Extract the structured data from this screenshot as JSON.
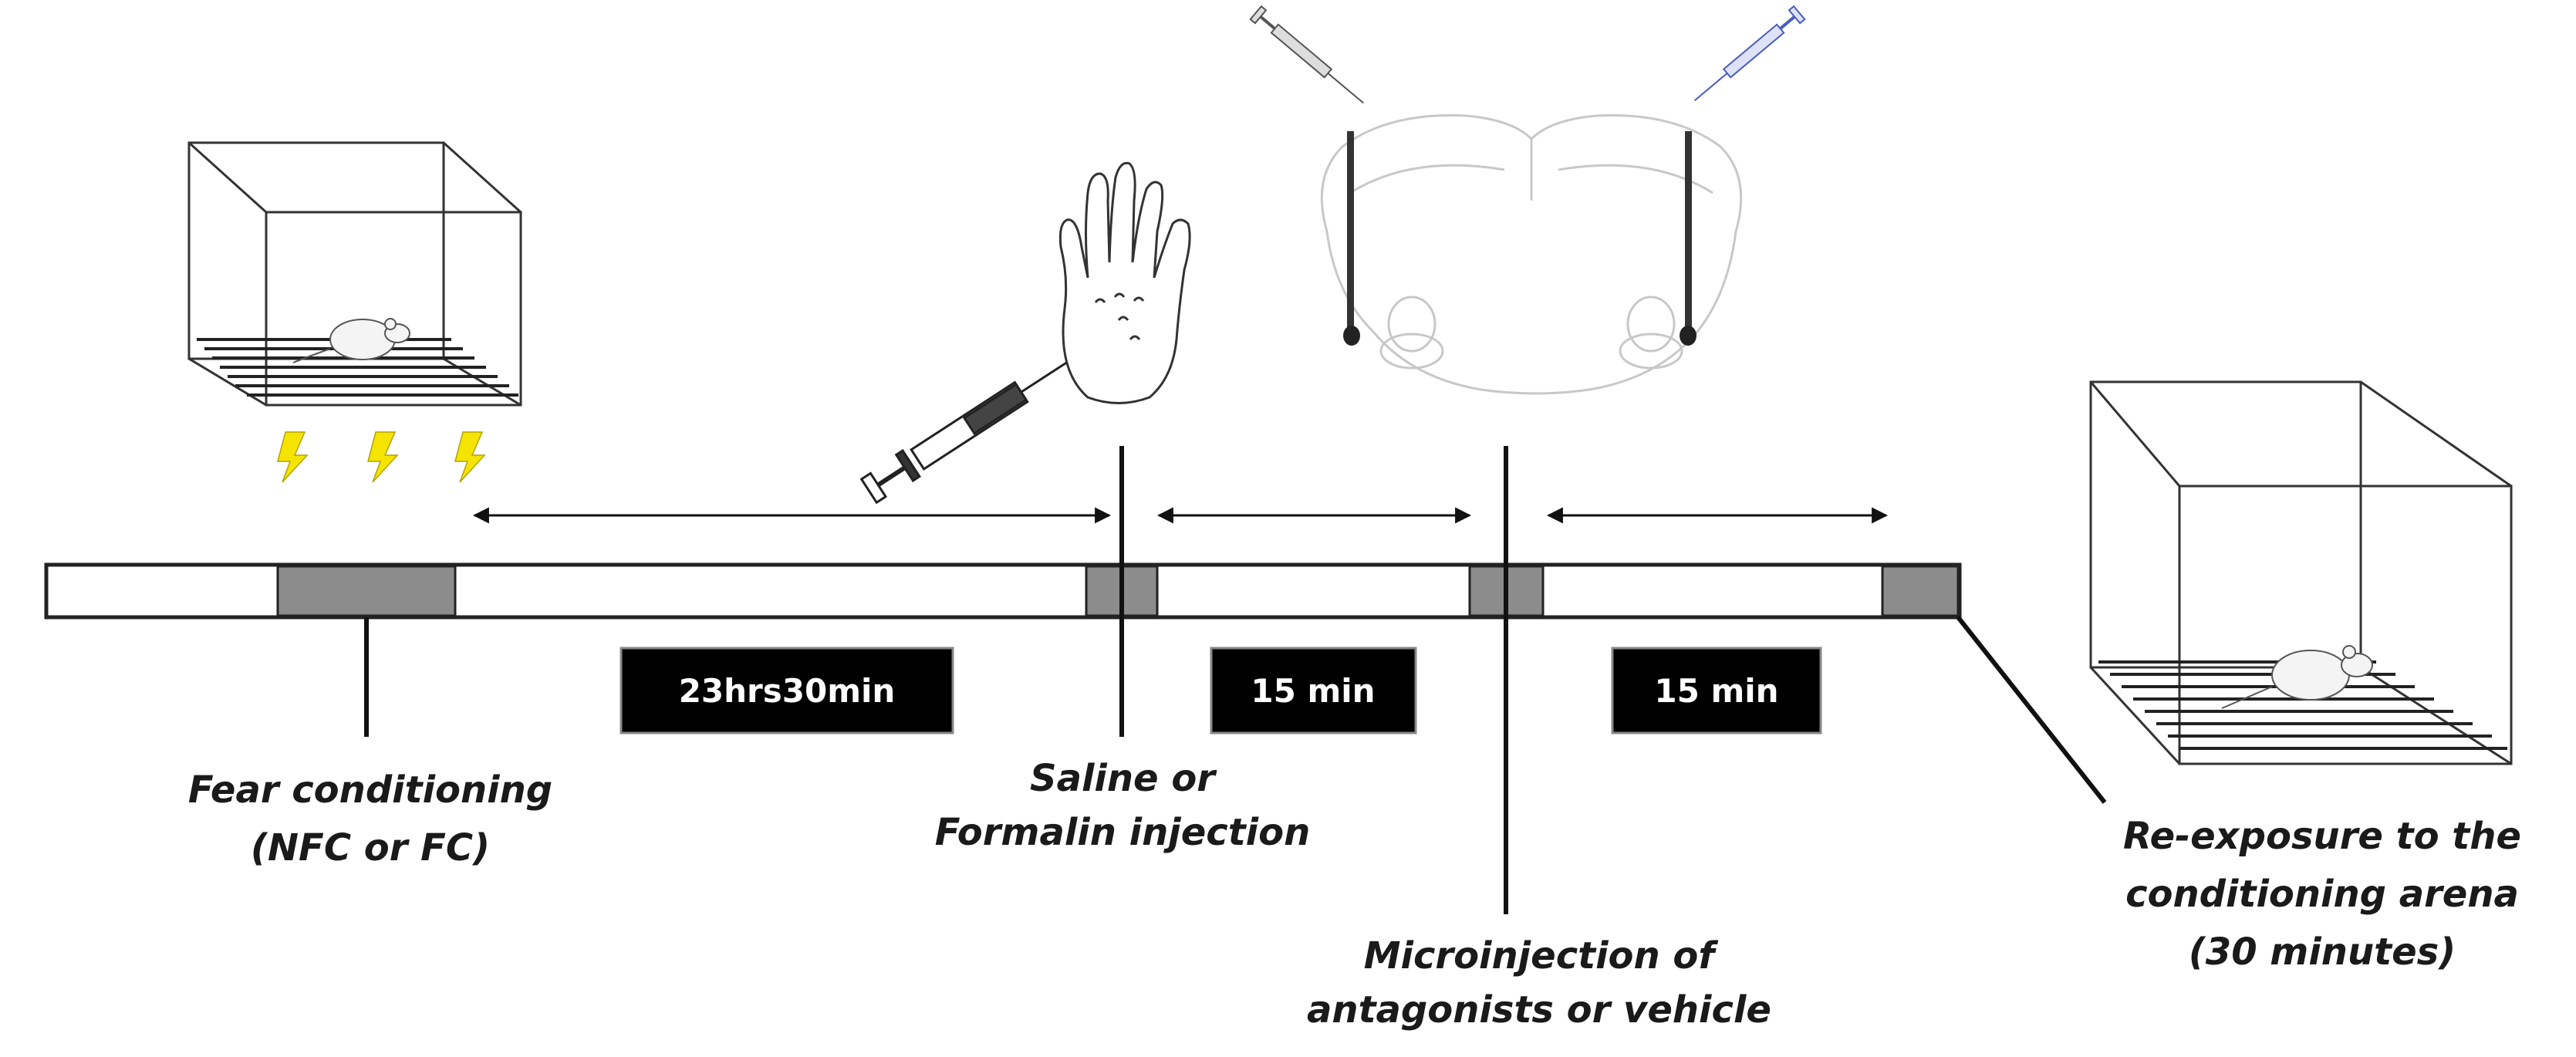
{
  "durations": [
    {
      "label": "23hrs30min"
    },
    {
      "label": "15 min"
    },
    {
      "label": "15 min"
    }
  ],
  "events": {
    "fear_conditioning": {
      "line1": "Fear conditioning",
      "line2": "(NFC or FC)"
    },
    "injection": {
      "line1": "Saline or",
      "line2": "Formalin injection"
    },
    "microinjection": {
      "line1": "Microinjection of",
      "line2": "antagonists or vehicle"
    },
    "reexposure": {
      "line1": "Re-exposure to the",
      "line2": "conditioning arena",
      "line3": "(30 minutes)"
    }
  },
  "colors": {
    "bar_fill": "#ffffff",
    "block_fill": "#8c8c8c",
    "label_box": "#000000",
    "bolt": "#f5e400",
    "syringe_tint": "#4a5dbb"
  }
}
